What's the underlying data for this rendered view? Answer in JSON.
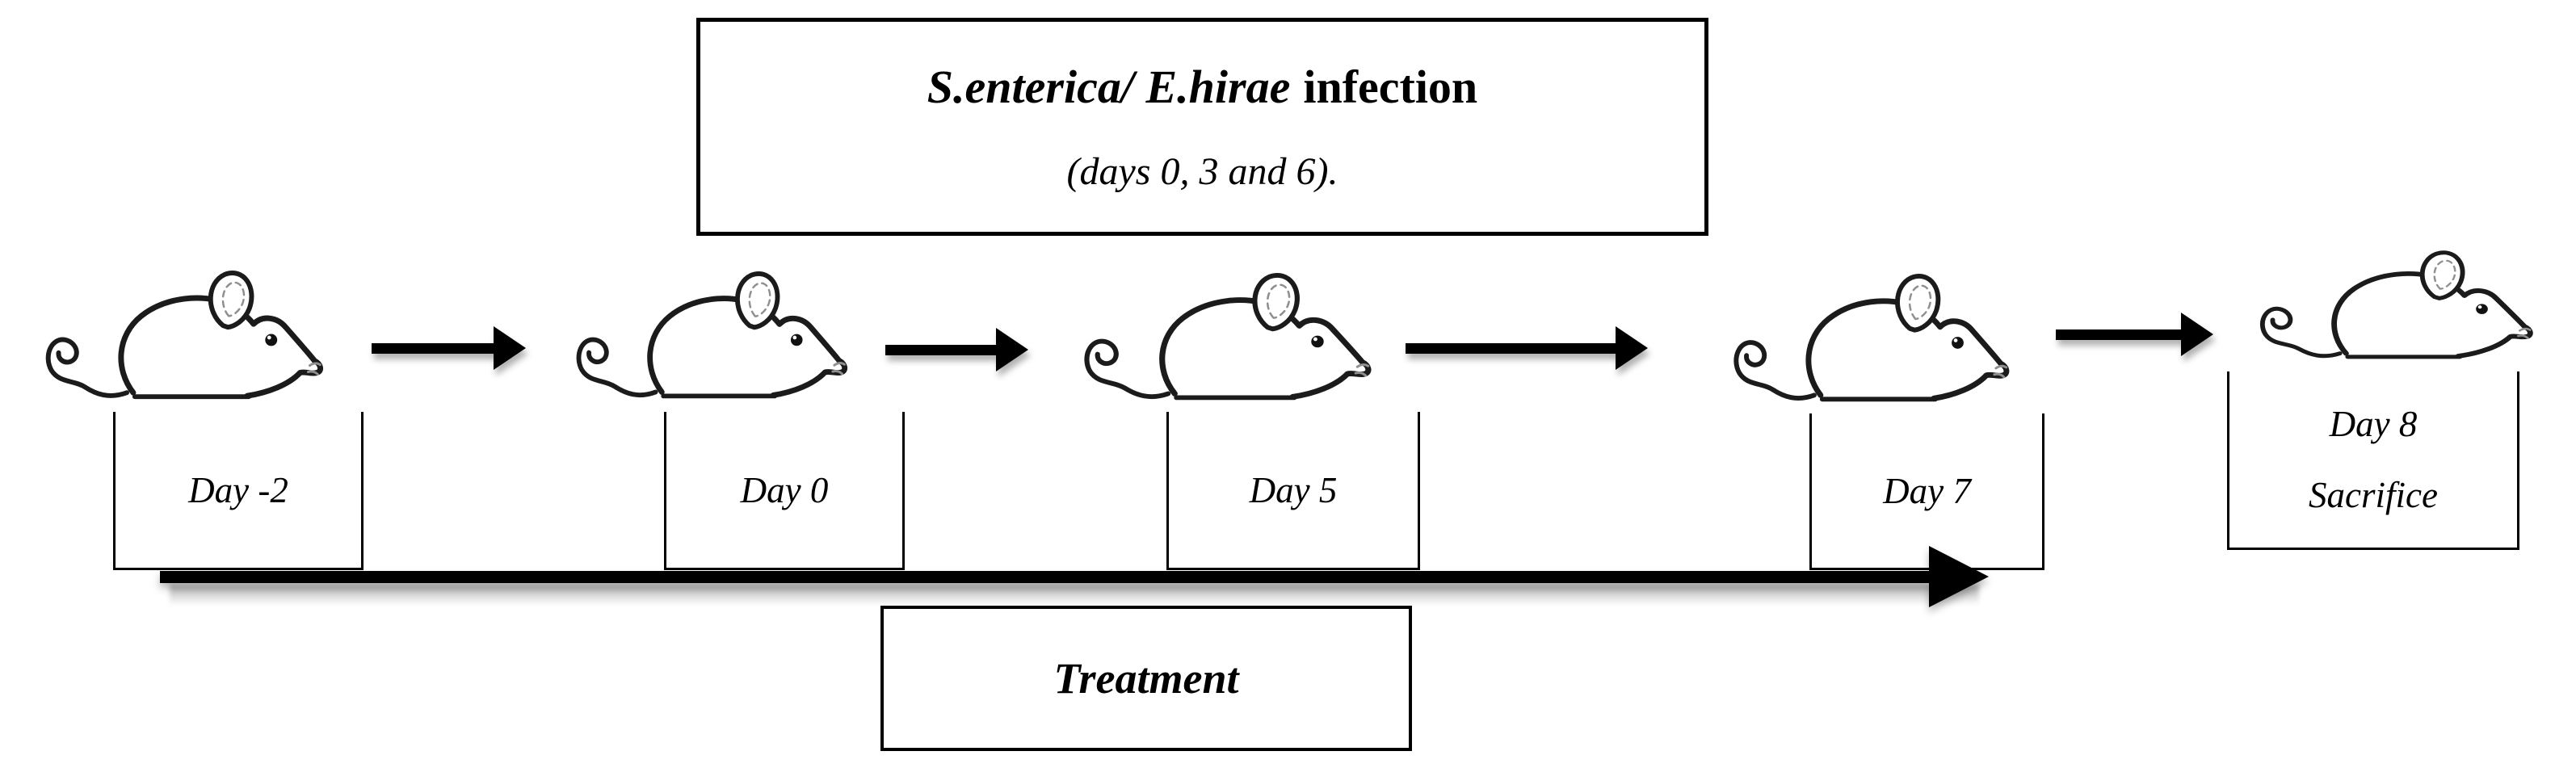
{
  "infection_box": {
    "title_species": "S.enterica/ E.hirae",
    "title_word": "infection",
    "subtitle": "(days 0, 3 and 6)."
  },
  "stages": [
    {
      "label": "Day -2"
    },
    {
      "label": "Day 0"
    },
    {
      "label": "Day 5"
    },
    {
      "label": "Day 7"
    },
    {
      "label": "Day 8",
      "sublabel": "Sacrifice"
    }
  ],
  "treatment": {
    "label": "Treatment"
  },
  "icons": {
    "mouse": "mouse-icon",
    "flow_arrow": "arrow-head-icon"
  },
  "colors": {
    "ink": "#000000",
    "paper": "#ffffff",
    "mouse_outline": "#1b1b1b",
    "detail_gray": "#8f8f8f"
  }
}
